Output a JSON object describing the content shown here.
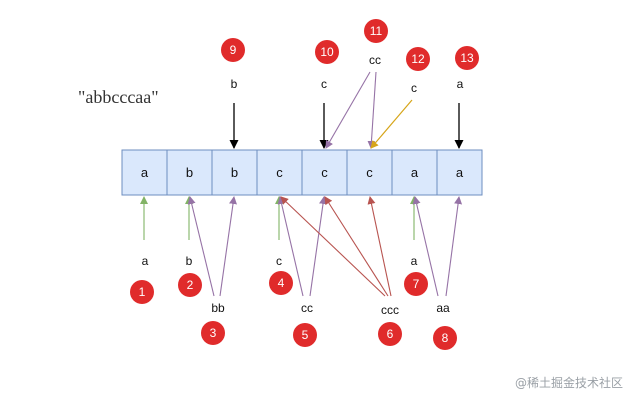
{
  "title": "\"abbcccaa\"",
  "cells": [
    "a",
    "b",
    "b",
    "c",
    "c",
    "c",
    "a",
    "a"
  ],
  "colors": {
    "cell_fill": "#dae8fc",
    "cell_border": "#6c8ebf",
    "badge": "#e02b2b",
    "arrow_green": "#82b366",
    "arrow_purple": "#9673a6",
    "arrow_red": "#b85450",
    "arrow_orange": "#d6a519",
    "arrow_black": "#000000"
  },
  "top_groups": [
    {
      "num": "9",
      "label": "b"
    },
    {
      "num": "10",
      "label": "c"
    },
    {
      "num": "11",
      "label": "cc"
    },
    {
      "num": "12",
      "label": "c"
    },
    {
      "num": "13",
      "label": "a"
    }
  ],
  "bottom_groups": [
    {
      "num": "1",
      "label": "a"
    },
    {
      "num": "2",
      "label": "b"
    },
    {
      "num": "3",
      "label": "bb"
    },
    {
      "num": "4",
      "label": "c"
    },
    {
      "num": "5",
      "label": "cc"
    },
    {
      "num": "6",
      "label": "ccc"
    },
    {
      "num": "7",
      "label": "a"
    },
    {
      "num": "8",
      "label": "aa"
    }
  ],
  "watermark": "@稀土掘金技术社区"
}
